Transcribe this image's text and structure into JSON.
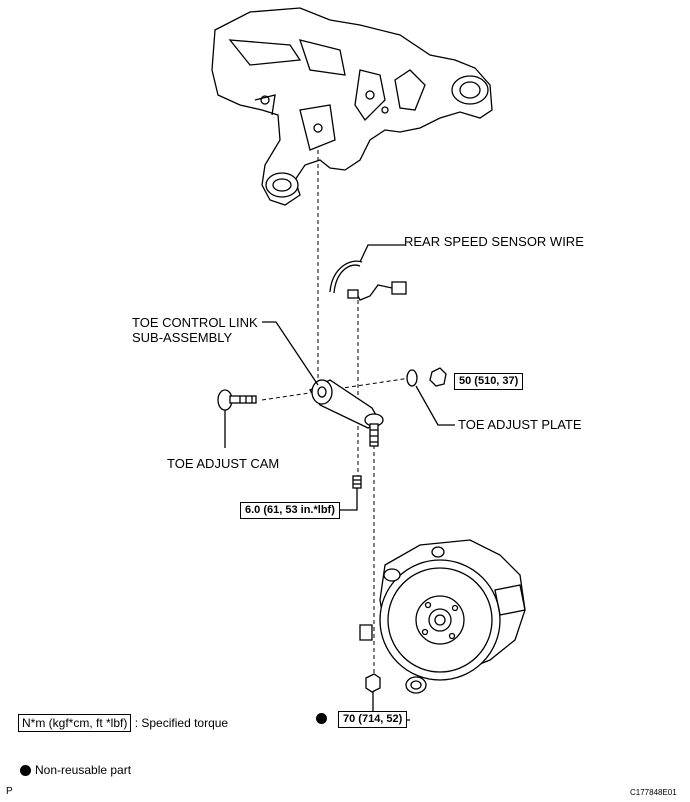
{
  "labels": {
    "rear_speed_sensor_wire": "REAR SPEED SENSOR WIRE",
    "toe_control_link_line1": "TOE CONTROL LINK",
    "toe_control_link_line2": "SUB-ASSEMBLY",
    "toe_adjust_plate": "TOE ADJUST PLATE",
    "toe_adjust_cam": "TOE ADJUST CAM"
  },
  "torque_specs": {
    "nut": "50 (510, 37)",
    "bolt_small": "6.0 (61, 53 in.*lbf)",
    "bolt_lower": "70 (714, 52)"
  },
  "legend": {
    "torque_unit": "N*m (kgf*cm, ft *lbf)",
    "torque_text": ": Specified torque",
    "non_reusable": "Non-reusable part"
  },
  "footer": {
    "left_code": "P",
    "figure_id": "C177848E01"
  }
}
